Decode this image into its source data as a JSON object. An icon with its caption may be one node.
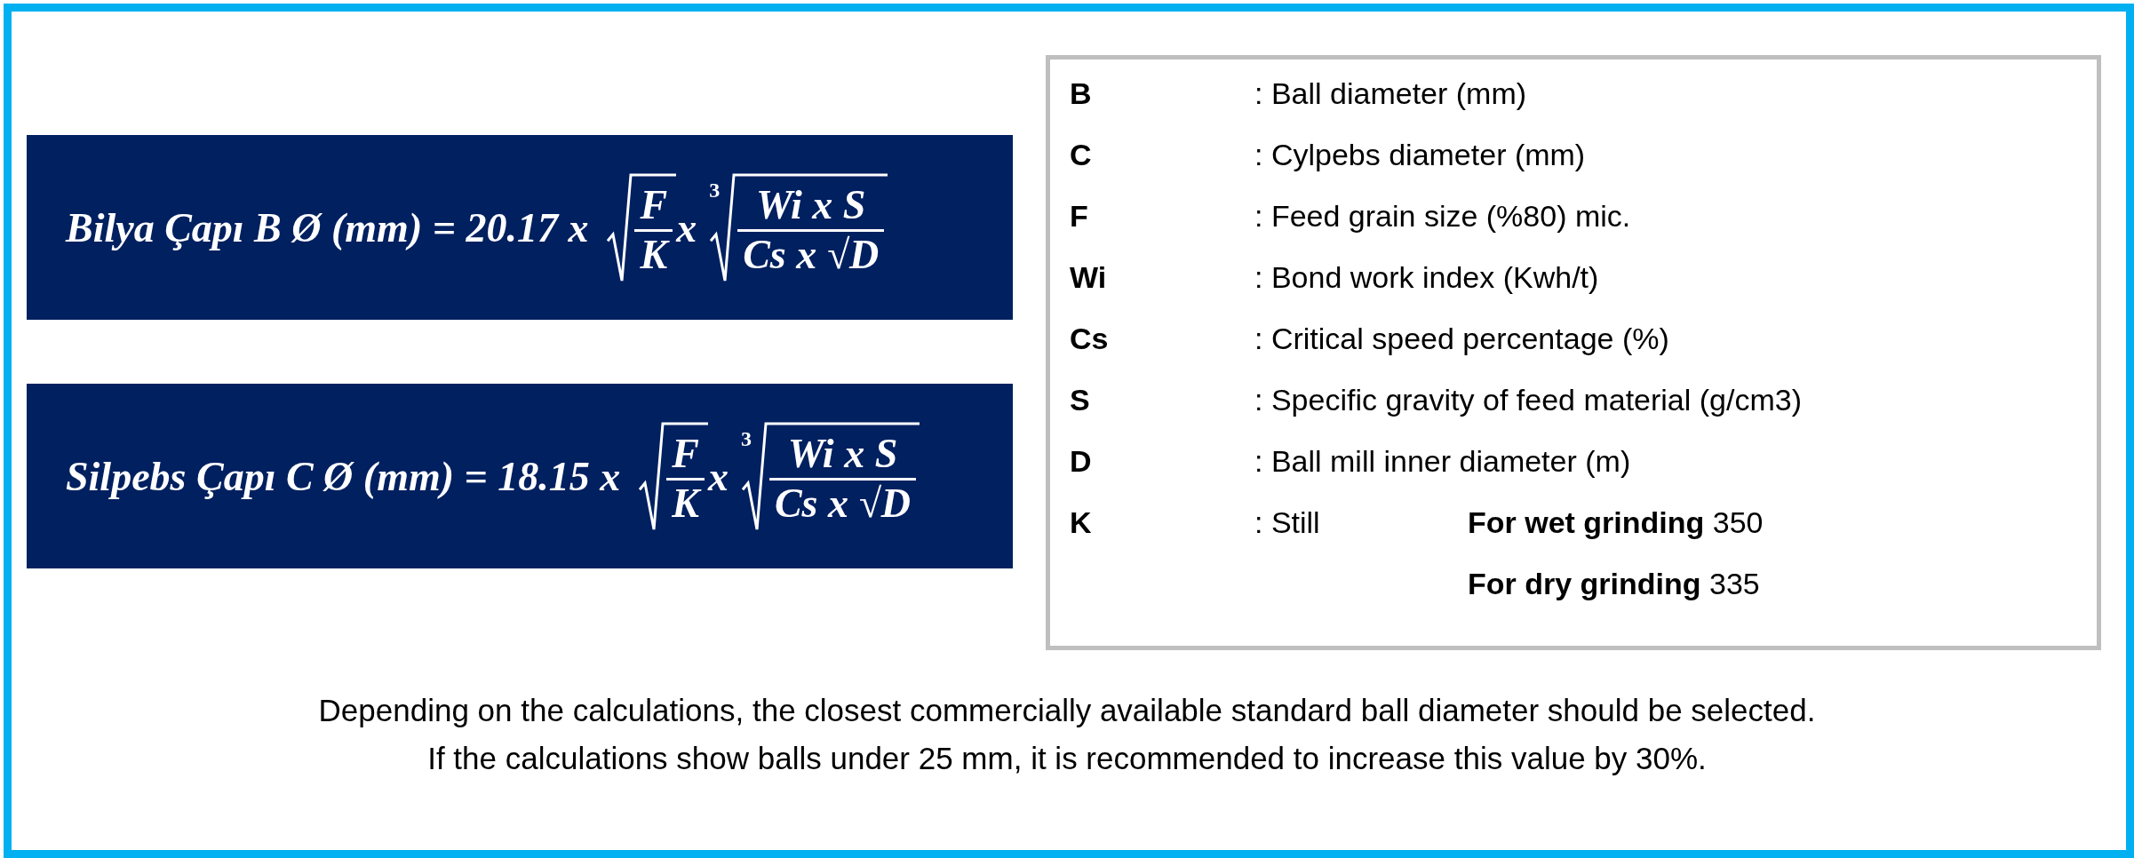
{
  "diagram": {
    "nodes": [
      {
        "text": [
          "Bilya Çapı B Ø (mm) = 20.17 x",
          "F",
          "K",
          "x",
          "3",
          "Wi x S",
          "Cs x √D"
        ]
      },
      {
        "text": [
          "Silpebs Çapı C Ø (mm) = 18.15 x",
          "F",
          "K",
          "x",
          "3",
          "Wi x S",
          "Cs x √D"
        ]
      },
      {
        "text": [
          "B",
          ": Ball diameter (mm)",
          "C",
          ": Cylpebs diameter (mm)",
          "F",
          ": Feed grain size (%80) mic.",
          "Wi",
          ": Bond work index (Kwh/t)",
          "Cs",
          ": Critical speed percentage (%)",
          "S",
          ": Specific gravity of feed material (g/cm3)",
          "D",
          ": Ball mill inner diameter (m)",
          "K",
          ": Still",
          "**For wet grinding** 350",
          "**For dry grinding** 335"
        ]
      }
    ],
    "labels": [
      "Depending on the calculations, the closest commercially available standard ball diameter should be selected.",
      "If the calculations show balls under 25 mm, it is recommended to increase this value by 30%."
    ]
  }
}
